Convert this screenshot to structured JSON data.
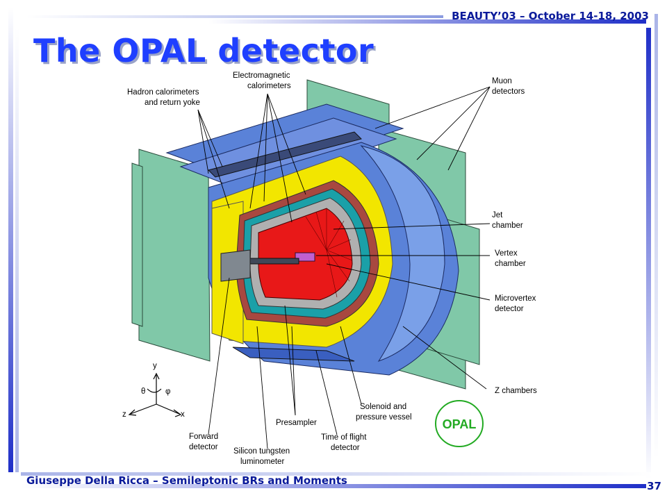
{
  "slide": {
    "title": "The OPAL detector",
    "conference": "BEAUTY’03 – October 14-18, 2003",
    "footer": "Giuseppe Della Ricca – Semileptonic BRs and Moments",
    "page_number": "37"
  },
  "diagram": {
    "labels": {
      "hadron_1": "Hadron calorimeters",
      "hadron_2": "and return yoke",
      "em_1": "Electromagnetic",
      "em_2": "calorimeters",
      "muon_1": "Muon",
      "muon_2": "detectors",
      "jet_1": "Jet",
      "jet_2": "chamber",
      "vertex_1": "Vertex",
      "vertex_2": "chamber",
      "microvertex_1": "Microvertex",
      "microvertex_2": "detector",
      "zch": "Z chambers",
      "solenoid_1": "Solenoid and",
      "solenoid_2": "pressure vessel",
      "presampler": "Presampler",
      "tof_1": "Time of flight",
      "tof_2": "detector",
      "silicon_1": "Silicon tungsten",
      "silicon_2": "luminometer",
      "forward_1": "Forward",
      "forward_2": "detector"
    },
    "axes": {
      "y": "y",
      "z": "z",
      "x": "x",
      "theta": "θ",
      "phi": "φ"
    },
    "logo_text": "OPAL",
    "colors": {
      "muon_panels": "#80c8a8",
      "blue_structure": "#5a82d8",
      "yellow_calorimeter": "#f2e600",
      "red_jet_chamber": "#e81818",
      "teal_ring": "#1aa0a8",
      "title_blue": "#1f3fff",
      "logo_green": "#22aa22"
    }
  }
}
